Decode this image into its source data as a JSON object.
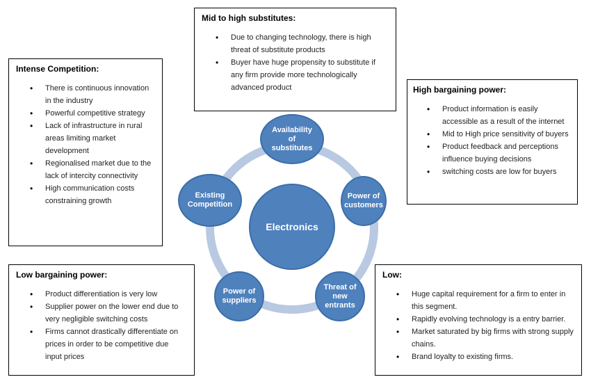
{
  "center_label": "Electronics",
  "nodes": {
    "substitutes": "Availability of substitutes",
    "customers": "Power of customers",
    "entrants": "Threat of new entrants",
    "suppliers": "Power of suppliers",
    "competition": "Existing Competition"
  },
  "boxes": {
    "substitutes": {
      "title": "Mid to high substitutes:",
      "items": [
        "Due to changing technology, there is high threat of substitute products",
        "Buyer have huge propensity to substitute if any firm provide more technologically advanced product"
      ]
    },
    "competition": {
      "title": "Intense Competition:",
      "items": [
        "There is continuous innovation in the industry",
        "Powerful competitive strategy",
        "Lack of infrastructure in rural areas limiting market development",
        "Regionalised market due to the lack of intercity connectivity",
        "High communication costs constraining growth"
      ]
    },
    "customers": {
      "title": "High bargaining power:",
      "items": [
        "Product information is easily accessible as a result of the internet",
        "Mid to High price sensitivity of buyers",
        "Product feedback and perceptions influence buying decisions",
        "switching costs are low for buyers"
      ]
    },
    "suppliers": {
      "title": "Low bargaining power:",
      "items": [
        "Product differentiation is very low",
        "Supplier power on the lower end due to very negligible switching costs",
        "Firms cannot drastically differentiate on prices in order to be competitive due input prices"
      ]
    },
    "entrants": {
      "title": "Low:",
      "items": [
        "Huge capital requirement for a firm to enter in this segment.",
        "Rapidly evolving technology is a entry barrier.",
        "Market saturated by big firms with strong supply chains.",
        "Brand loyalty to existing firms."
      ]
    }
  },
  "colors": {
    "node_fill": "#4f81bd",
    "ring": "#b8c9e1",
    "border": "#000000"
  }
}
